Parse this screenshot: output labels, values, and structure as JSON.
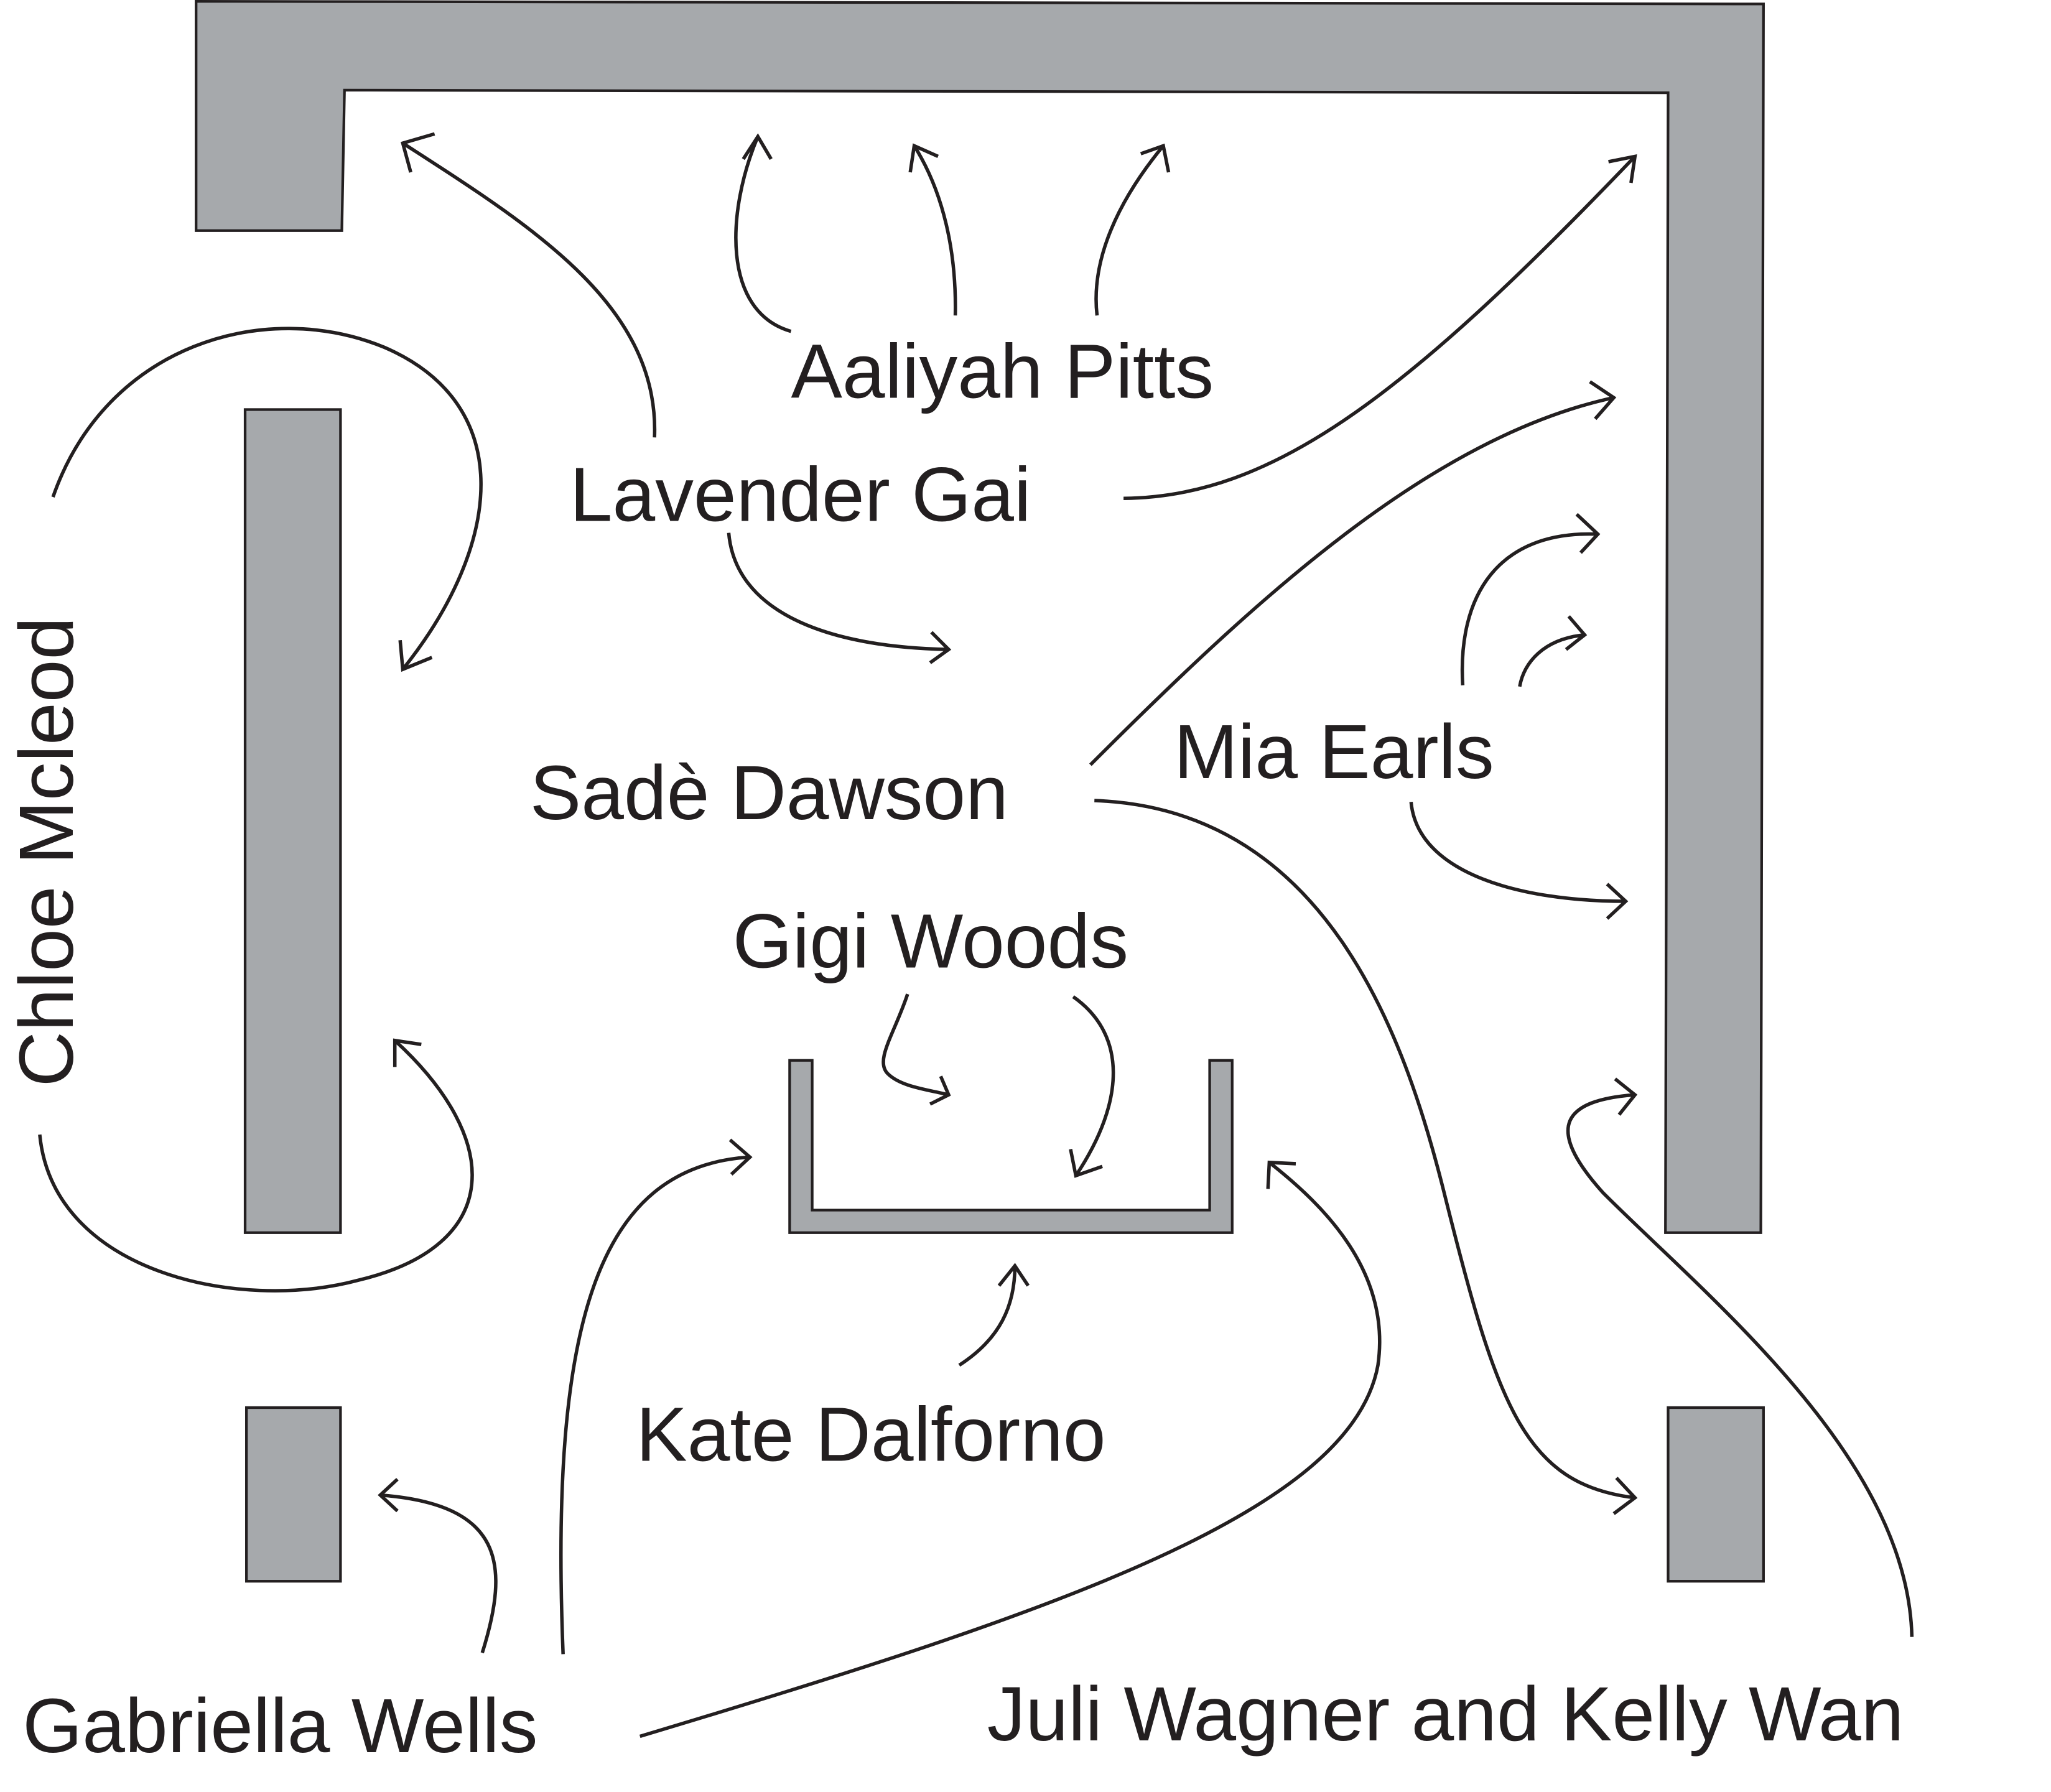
{
  "diagram": {
    "title": "",
    "colors": {
      "wall_fill": "#a6a9ac",
      "ink": "#231f20",
      "background": "#ffffff"
    },
    "labels": {
      "aaliyah": "Aaliyah Pitts",
      "lavender": "Lavender Gai",
      "chloe": "Chloe Mcleod",
      "sade": "Sadè Dawson",
      "mia": "Mia Earls",
      "gigi": "Gigi Woods",
      "kate": "Kate Dalforno",
      "gabriella": "Gabriella Wells",
      "juli_kelly": "Juli Wagner and Kelly Wan"
    },
    "walls": [
      "top-left-and-right-wall",
      "left-long-panel",
      "left-short-panel",
      "center-u-shaped-display",
      "right-short-panel"
    ],
    "arrows_per_person": {
      "Aaliyah Pitts": 3,
      "Lavender Gai": 3,
      "Chloe Mcleod": 2,
      "Sadè Dawson": 2,
      "Mia Earls": 3,
      "Gigi Woods": 2,
      "Kate Dalforno": 1,
      "Gabriella Wells": 3,
      "Juli Wagner and Kelly Wan": 1
    }
  }
}
